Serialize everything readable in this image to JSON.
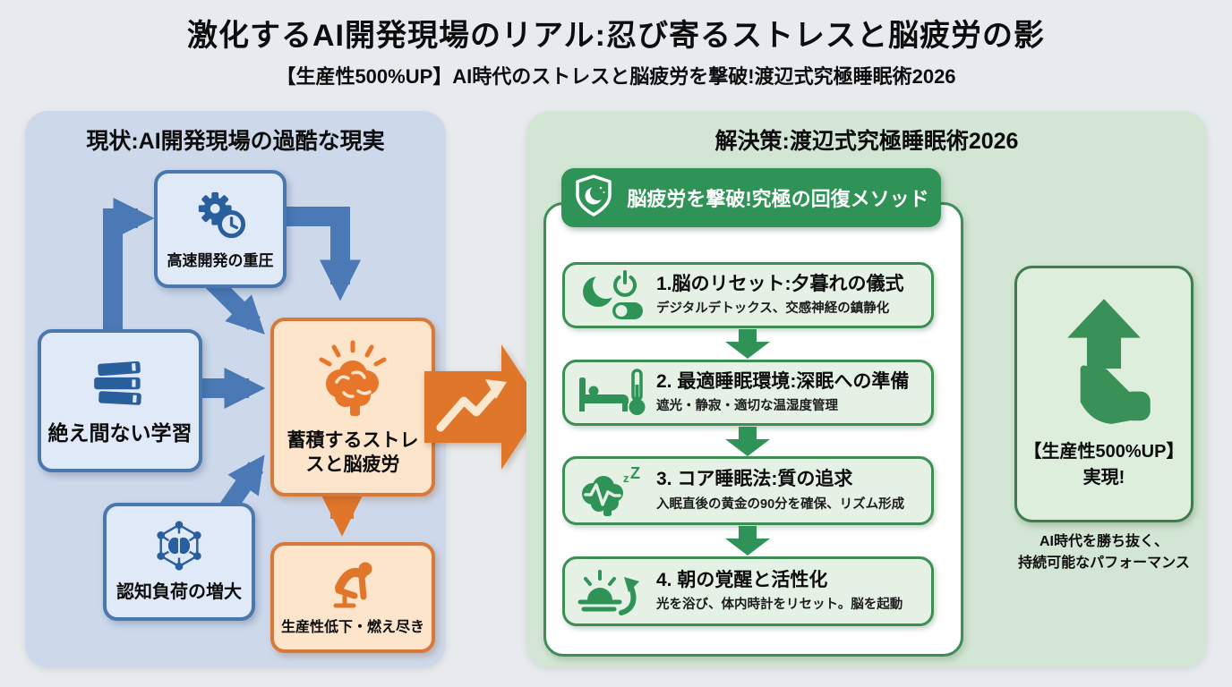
{
  "page": {
    "title": "激化するAI開発現場のリアル:忍び寄るストレスと脳疲労の影",
    "subtitle": "【生産性500%UP】AI時代のストレスと脳疲労を撃破!渡辺式究極睡眠術2026"
  },
  "colors": {
    "background": "#e8ebee",
    "panel_blue": "#cdd9eb",
    "panel_green": "#d3e6d5",
    "blue_accent": "#4a77ae",
    "blue_icon": "#2a5f9e",
    "blue_box_fill": "#dfe9f7",
    "orange_accent": "#e0762a",
    "orange_box_fill": "#fce5cb",
    "green_accent": "#2f9357",
    "step_fill": "#e4f1e4",
    "result_fill": "#ddeedd",
    "white": "#ffffff"
  },
  "left_panel": {
    "title": "現状:AI開発現場の過酷な現実",
    "pressure": {
      "label": "高速開発の重圧",
      "icon": "gear-clock-icon"
    },
    "learning": {
      "label": "絶え間ない学習",
      "icon": "books-icon"
    },
    "cognitive": {
      "label": "認知負荷の増大",
      "icon": "network-brain-icon"
    },
    "stress": {
      "label_line1": "蓄積するストレ",
      "label_line2": "スと脳疲労",
      "icon": "brain-rays-icon"
    },
    "burnout": {
      "label": "生産性低下・燃え尽き",
      "icon": "burnout-person-icon"
    }
  },
  "right_panel": {
    "title": "解決策:渡辺式究極睡眠術2026",
    "badge": {
      "label": "脳疲労を撃破!究極の回復メソッド",
      "icon": "shield-moon-icon"
    },
    "steps": [
      {
        "title": "1.脳のリセット:夕暮れの儀式",
        "subtitle": "デジタルデトックス、交感神経の鎮静化",
        "icon": "moon-power-toggle-icon"
      },
      {
        "title": "2. 最適睡眠環境:深眠への準備",
        "subtitle": "遮光・静寂・適切な温湿度管理",
        "icon": "bed-thermometer-icon"
      },
      {
        "title": "3. コア睡眠法:質の追求",
        "subtitle": "入眠直後の黄金の90分を確保、リズム形成",
        "icon": "brain-sleep-icon"
      },
      {
        "title": "4. 朝の覚醒と活性化",
        "subtitle": "光を浴び、体内時計をリセット。脳を起動",
        "icon": "sunrise-arrow-icon"
      }
    ],
    "result": {
      "line1": "【生産性500%UP】",
      "line2": "実現!",
      "icon": "muscle-up-arrow-icon"
    },
    "caption": {
      "line1": "AI時代を勝ち抜く、",
      "line2": "持続可能なパフォーマンス"
    }
  }
}
